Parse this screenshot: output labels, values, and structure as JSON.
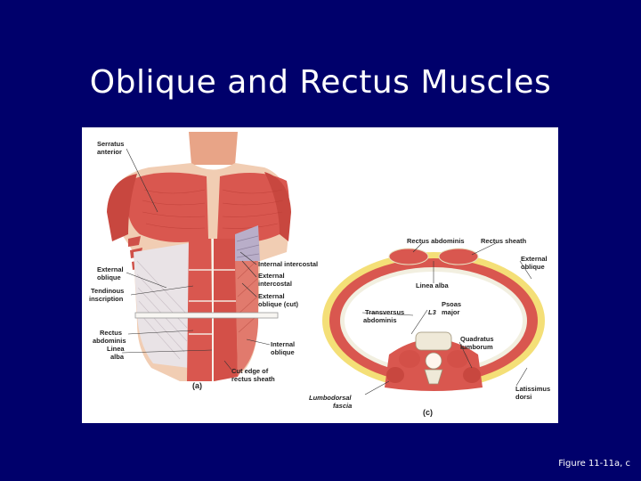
{
  "slide": {
    "title": "Oblique and Rectus Muscles",
    "caption": "Figure 11-11a, c"
  },
  "figure": {
    "panel_a": {
      "letter": "(a)",
      "labels": {
        "serratus_1": "Serratus",
        "serratus_2": "anterior",
        "ext_oblique_1": "External",
        "ext_oblique_2": "oblique",
        "tendinous_1": "Tendinous",
        "tendinous_2": "inscription",
        "rectus_1": "Rectus",
        "rectus_2": "abdominis",
        "linea_1": "Linea",
        "linea_2": "alba",
        "int_intercostal": "Internal intercostal",
        "ext_intercostal_1": "External",
        "ext_intercostal_2": "intercostal",
        "ext_oblique_cut_1": "External",
        "ext_oblique_cut_2": "oblique (cut)",
        "int_oblique_1": "Internal",
        "int_oblique_2": "oblique",
        "cut_edge_1": "Cut edge of",
        "cut_edge_2": "rectus sheath"
      }
    },
    "panel_c": {
      "letter": "(c)",
      "labels": {
        "rectus_abdominis": "Rectus abdominis",
        "rectus_sheath": "Rectus sheath",
        "ext_oblique_1": "External",
        "ext_oblique_2": "oblique",
        "linea_alba": "Linea alba",
        "psoas_1": "Psoas",
        "psoas_2": "major",
        "l3": "L3",
        "transversus_1": "Transversus",
        "transversus_2": "abdominis",
        "quadratus_1": "Quadratus",
        "quadratus_2": "lumborum",
        "lumbodorsal_1": "Lumbodorsal",
        "lumbodorsal_2": "fascia",
        "latissimus_1": "Latissimus",
        "latissimus_2": "dorsi"
      }
    }
  },
  "colors": {
    "background": "#00006b",
    "muscle": "#d9574f",
    "muscle_light": "#ee9a8e",
    "fascia": "#f2efe0",
    "sheath_yellow": "#f4df77",
    "skin": "#f3c9a8"
  }
}
